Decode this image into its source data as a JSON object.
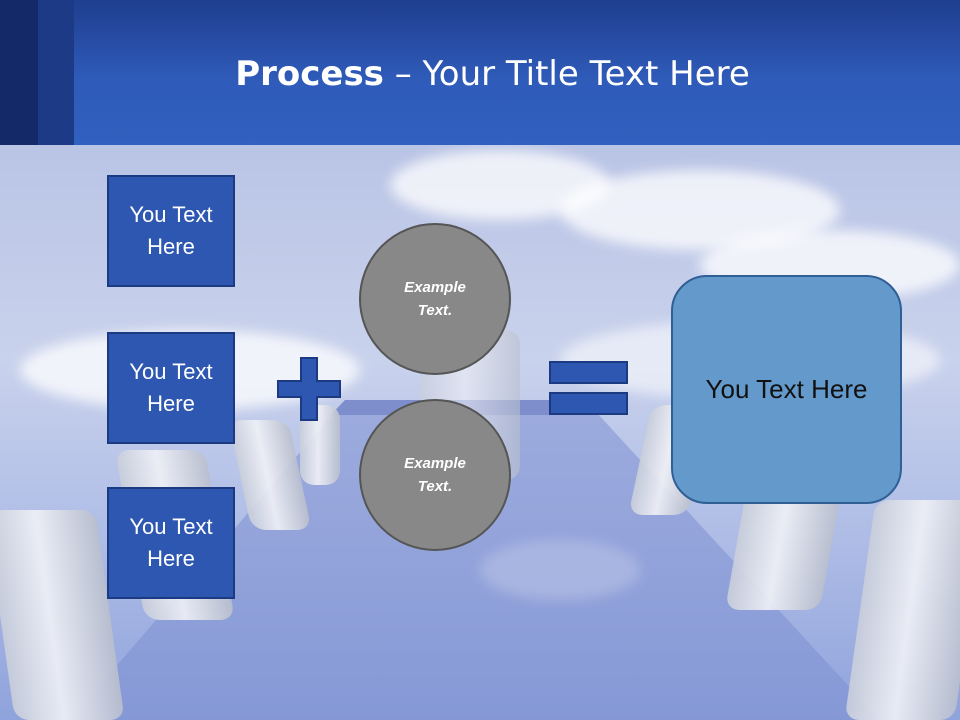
{
  "slide": {
    "title_bold": "Process",
    "title_rest": " – Your Title Text Here"
  },
  "left_boxes": [
    {
      "label": "You Text Here"
    },
    {
      "label": "You Text Here"
    },
    {
      "label": "You Text Here"
    }
  ],
  "circles": [
    {
      "label": "Example Text."
    },
    {
      "label": "Example Text."
    }
  ],
  "result_box": {
    "label": "You Text Here"
  },
  "colors": {
    "header": "#2f5bb9",
    "box_fill": "#2d57b1",
    "circle_fill": "#888888",
    "result_fill": "#6499cc"
  },
  "icons": [
    "plus-icon",
    "equals-icon"
  ]
}
